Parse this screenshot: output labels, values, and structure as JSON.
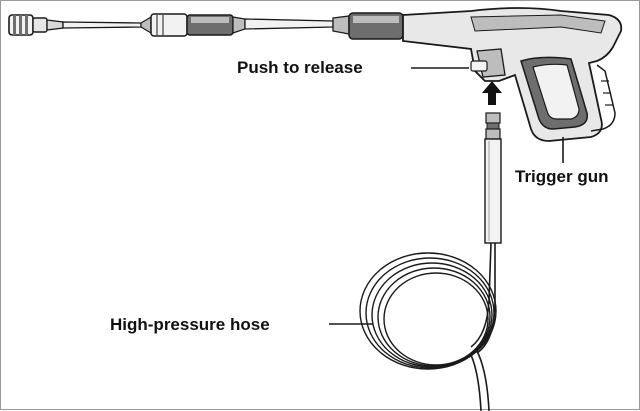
{
  "labels": {
    "push_to_release": "Push to release",
    "trigger_gun": "Trigger gun",
    "high_pressure_hose": "High-pressure hose"
  },
  "colors": {
    "line": "#1a1a1a",
    "fill_light": "#f2f2f2",
    "fill_mid": "#bdbdbd",
    "fill_dark": "#6e6e6e",
    "frame": "#9a9a9a"
  },
  "icons": {
    "arrow": "up-arrow-icon"
  }
}
